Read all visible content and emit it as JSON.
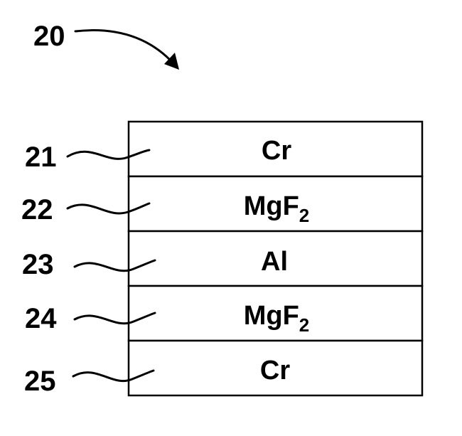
{
  "figure": {
    "assembly_ref": "20"
  },
  "layers": [
    {
      "ref": "21",
      "material": "Cr",
      "subscript": ""
    },
    {
      "ref": "22",
      "material": "MgF",
      "subscript": "2"
    },
    {
      "ref": "23",
      "material": "Al",
      "subscript": ""
    },
    {
      "ref": "24",
      "material": "MgF",
      "subscript": "2"
    },
    {
      "ref": "25",
      "material": "Cr",
      "subscript": ""
    }
  ]
}
